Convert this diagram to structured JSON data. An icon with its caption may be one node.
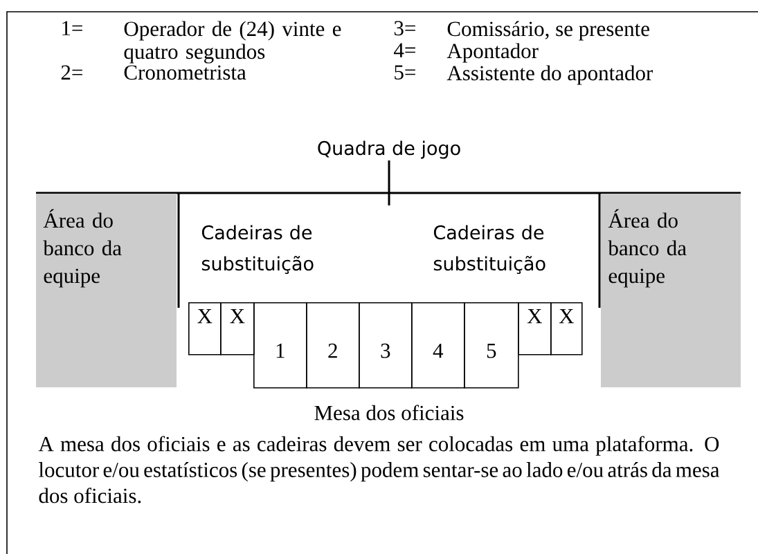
{
  "diagram": {
    "nodes": [
      {
        "text": [
          "Área do banco da equipe"
        ]
      },
      {
        "text": [
          "X"
        ]
      },
      {
        "text": [
          "X"
        ]
      },
      {
        "text": [
          "1"
        ]
      },
      {
        "text": [
          "2"
        ]
      },
      {
        "text": [
          "3"
        ]
      },
      {
        "text": [
          "4"
        ]
      },
      {
        "text": [
          "5"
        ]
      },
      {
        "text": [
          "X"
        ]
      },
      {
        "text": [
          "X"
        ]
      },
      {
        "text": [
          "Área do banco da equipe"
        ]
      }
    ],
    "edges": [],
    "labels": [
      "1=",
      "Operador de (24) vinte e quatro segundos",
      "3=",
      "Comissário, se presente",
      "4=",
      "Apontador",
      "2=",
      "Cronometrista",
      "5=",
      "Assistente do apontador",
      "Quadra de jogo",
      "Cadeiras de substituição",
      "Cadeiras de substituição",
      "Mesa dos oficiais",
      "A mesa dos oficiais e as cadeiras devem ser colocadas em uma plataforma. O locutor e/ou estatísticos (se presentes) podem sentar-se ao lado e/ou atrás da mesa dos oficiais."
    ]
  }
}
